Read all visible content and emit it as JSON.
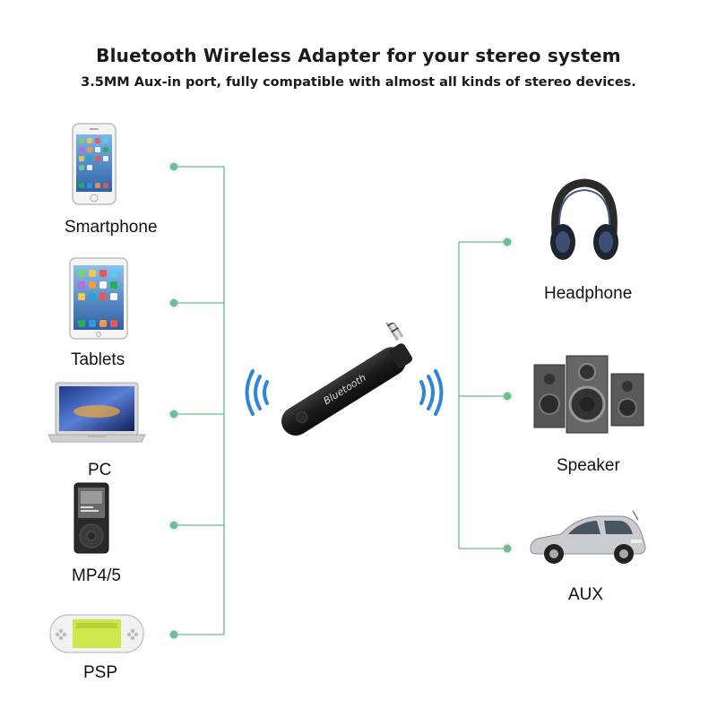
{
  "header": {
    "title": "Bluetooth Wireless Adapter for your stereo system",
    "subtitle": "3.5MM Aux-in port, fully compatible with almost all kinds of stereo devices."
  },
  "adapter": {
    "brand_text": "Bluetooth"
  },
  "sources": [
    {
      "label": "Smartphone",
      "icon": "smartphone-icon"
    },
    {
      "label": "Tablets",
      "icon": "tablet-icon"
    },
    {
      "label": "PC",
      "icon": "laptop-icon"
    },
    {
      "label": "MP4/5",
      "icon": "mp4-player-icon"
    },
    {
      "label": "PSP",
      "icon": "psp-console-icon"
    }
  ],
  "outputs": [
    {
      "label": "Headphone",
      "icon": "headphone-icon"
    },
    {
      "label": "Speaker",
      "icon": "speaker-icon"
    },
    {
      "label": "AUX",
      "icon": "car-icon"
    }
  ],
  "colors": {
    "line": "#3aaa6a",
    "wave": "#2f86d6",
    "adapter": "#1b1b1b"
  }
}
